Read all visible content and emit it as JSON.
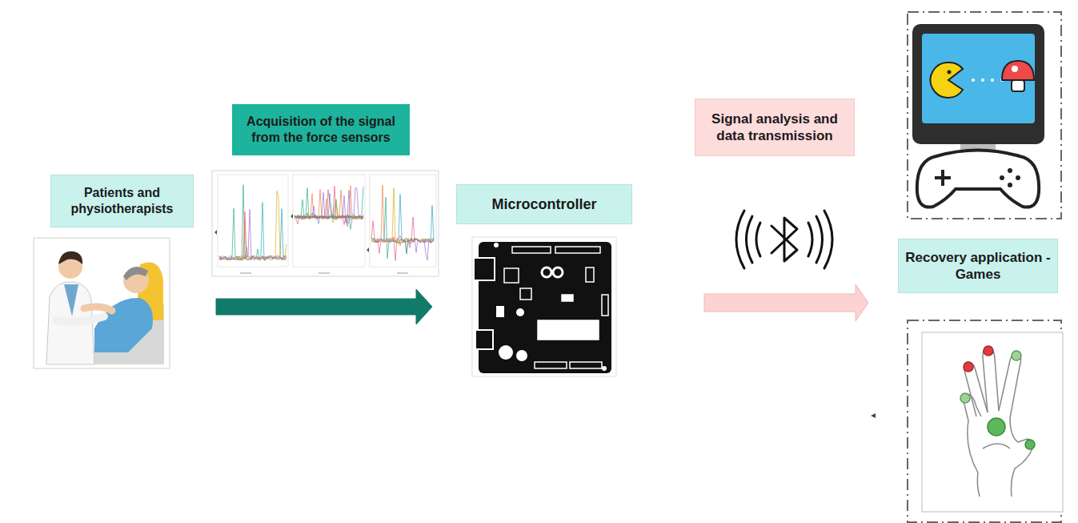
{
  "diagram": {
    "nodes": [
      {
        "text": [
          "Patients and physiotherapists"
        ]
      },
      {
        "text": [
          "Acquisition of the signal from the force sensors"
        ]
      },
      {
        "text": [
          "Microcontroller"
        ]
      },
      {
        "text": [
          "Signal analysis and data transmission"
        ]
      },
      {
        "text": [
          "Recovery application - Games"
        ]
      }
    ],
    "edges": [
      {
        "from": 0,
        "to": 2,
        "arrow": "to"
      },
      {
        "from": 2,
        "to": 4,
        "arrow": "to"
      }
    ]
  }
}
